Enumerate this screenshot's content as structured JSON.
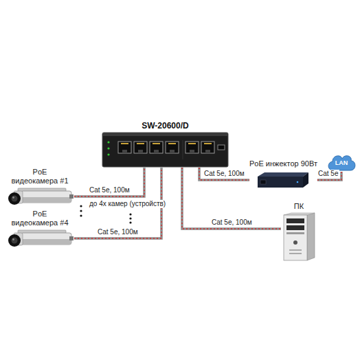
{
  "diagram": {
    "nodes": [
      {
        "text": [
          "SW-20600/D"
        ]
      },
      {
        "text": [
          "PoE видеокамера #1"
        ]
      },
      {
        "text": [
          "PoE видеокамера #4"
        ]
      },
      {
        "text": [
          "PoE инжектор 90Вт"
        ]
      },
      {
        "text": [
          "LAN"
        ]
      },
      {
        "text": [
          "ПК"
        ]
      }
    ],
    "edges": [
      {
        "from": 1,
        "to": 0,
        "label": "Cat 5e, 100м",
        "arrow": "none"
      },
      {
        "from": 2,
        "to": 0,
        "label": "Cat 5e, 100м",
        "arrow": "none"
      },
      {
        "from": 0,
        "to": 3,
        "label": "Cat 5e, 100м",
        "arrow": "none"
      },
      {
        "from": 3,
        "to": 4,
        "label": "Cat 5e",
        "arrow": "none"
      },
      {
        "from": 0,
        "to": 5,
        "label": "Cat 5e, 100м",
        "arrow": "none"
      }
    ],
    "labels": [
      "до 4х камер (устройств)"
    ]
  }
}
